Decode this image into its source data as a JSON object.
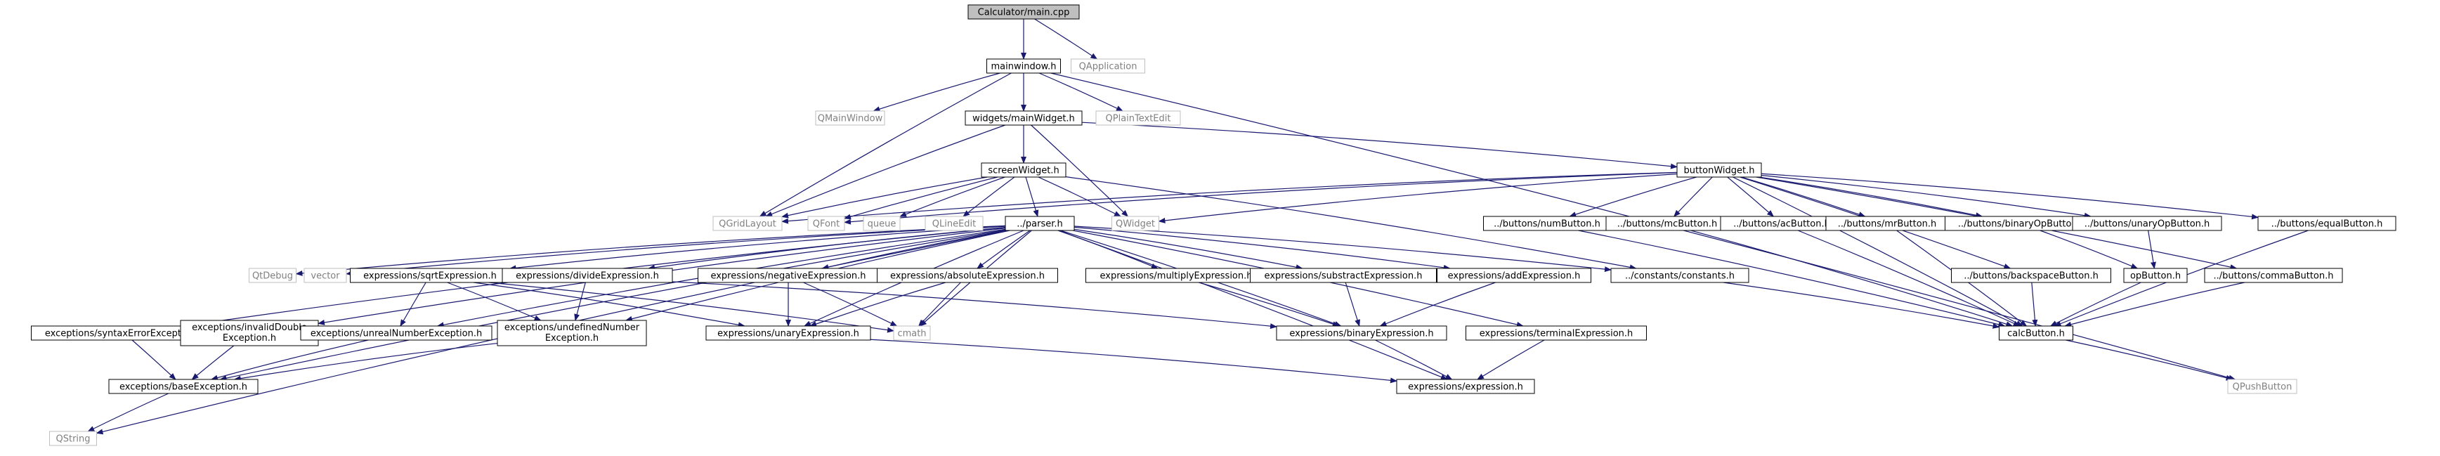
{
  "diagram": {
    "nodes": [
      {
        "id": "main",
        "label": "Calculator/main.cpp",
        "style": "root"
      },
      {
        "id": "mainwindow",
        "label": "mainwindow.h",
        "style": "file"
      },
      {
        "id": "qapplication",
        "label": "QApplication",
        "style": "external"
      },
      {
        "id": "qmainwindow",
        "label": "QMainWindow",
        "style": "external"
      },
      {
        "id": "mainwidget",
        "label": "widgets/mainWidget.h",
        "style": "file"
      },
      {
        "id": "qplaintextedit",
        "label": "QPlainTextEdit",
        "style": "external"
      },
      {
        "id": "screenwidget",
        "label": "screenWidget.h",
        "style": "file"
      },
      {
        "id": "buttonwidget",
        "label": "buttonWidget.h",
        "style": "file"
      },
      {
        "id": "qgridlayout",
        "label": "QGridLayout",
        "style": "external"
      },
      {
        "id": "qfont",
        "label": "QFont",
        "style": "external"
      },
      {
        "id": "queue",
        "label": "queue",
        "style": "external"
      },
      {
        "id": "qlineedit",
        "label": "QLineEdit",
        "style": "external"
      },
      {
        "id": "qwidget",
        "label": "QWidget",
        "style": "external"
      },
      {
        "id": "parser",
        "label": "../parser.h",
        "style": "file"
      },
      {
        "id": "numbutton",
        "label": "../buttons/numButton.h",
        "style": "file"
      },
      {
        "id": "mcbutton",
        "label": "../buttons/mcButton.h",
        "style": "file"
      },
      {
        "id": "acbutton",
        "label": "../buttons/acButton.h",
        "style": "file"
      },
      {
        "id": "mrbutton",
        "label": "../buttons/mrButton.h",
        "style": "file"
      },
      {
        "id": "binaryopbutton",
        "label": "../buttons/binaryOpButton.h",
        "style": "file"
      },
      {
        "id": "unaryopbutton",
        "label": "../buttons/unaryOpButton.h",
        "style": "file"
      },
      {
        "id": "equalbutton",
        "label": "../buttons/equalButton.h",
        "style": "file"
      },
      {
        "id": "qtdebug",
        "label": "QtDebug",
        "style": "external"
      },
      {
        "id": "vector",
        "label": "vector",
        "style": "external"
      },
      {
        "id": "sqrtexpr",
        "label": "expressions/sqrtExpression.h",
        "style": "file"
      },
      {
        "id": "divideexpr",
        "label": "expressions/divideExpression.h",
        "style": "file"
      },
      {
        "id": "negativeexpr",
        "label": "expressions/negativeExpression.h",
        "style": "file"
      },
      {
        "id": "absoluteexpr",
        "label": "expressions/absoluteExpression.h",
        "style": "file"
      },
      {
        "id": "multiplyexpr",
        "label": "expressions/multiplyExpression.h",
        "style": "file"
      },
      {
        "id": "substractexpr",
        "label": "expressions/substractExpression.h",
        "style": "file"
      },
      {
        "id": "addexpr",
        "label": "expressions/addExpression.h",
        "style": "file"
      },
      {
        "id": "constants",
        "label": "../constants/constants.h",
        "style": "file"
      },
      {
        "id": "backspacebutton",
        "label": "../buttons/backspaceButton.h",
        "style": "file"
      },
      {
        "id": "opbutton",
        "label": "opButton.h",
        "style": "file"
      },
      {
        "id": "commabutton",
        "label": "../buttons/commaButton.h",
        "style": "file"
      },
      {
        "id": "syntaxerror",
        "label": "exceptions/syntaxErrorException.h",
        "style": "file"
      },
      {
        "id": "invaliddouble",
        "label": "exceptions/invalidDouble\nException.h",
        "style": "file"
      },
      {
        "id": "unrealnumber",
        "label": "exceptions/unrealNumberException.h",
        "style": "file"
      },
      {
        "id": "undefinednumber",
        "label": "exceptions/undefinedNumber\nException.h",
        "style": "file"
      },
      {
        "id": "cmath",
        "label": "cmath",
        "style": "external"
      },
      {
        "id": "unaryexpr",
        "label": "expressions/unaryExpression.h",
        "style": "file"
      },
      {
        "id": "binaryexpr",
        "label": "expressions/binaryExpression.h",
        "style": "file"
      },
      {
        "id": "terminalexpr",
        "label": "expressions/terminalExpression.h",
        "style": "file"
      },
      {
        "id": "calcbutton",
        "label": "calcButton.h",
        "style": "file"
      },
      {
        "id": "baseexception",
        "label": "exceptions/baseException.h",
        "style": "file"
      },
      {
        "id": "expression",
        "label": "expressions/expression.h",
        "style": "file"
      },
      {
        "id": "qpushbutton",
        "label": "QPushButton",
        "style": "external"
      },
      {
        "id": "qstring",
        "label": "QString",
        "style": "external"
      }
    ],
    "edges": [
      [
        "main",
        "mainwindow"
      ],
      [
        "main",
        "qapplication"
      ],
      [
        "mainwindow",
        "qmainwindow"
      ],
      [
        "mainwindow",
        "mainwidget"
      ],
      [
        "mainwindow",
        "qplaintextedit"
      ],
      [
        "mainwindow",
        "qgridlayout"
      ],
      [
        "mainwindow",
        "qpushbutton"
      ],
      [
        "mainwidget",
        "screenwidget"
      ],
      [
        "mainwidget",
        "buttonwidget"
      ],
      [
        "mainwidget",
        "qgridlayout"
      ],
      [
        "mainwidget",
        "qwidget"
      ],
      [
        "screenwidget",
        "qgridlayout"
      ],
      [
        "screenwidget",
        "qfont"
      ],
      [
        "screenwidget",
        "queue"
      ],
      [
        "screenwidget",
        "qlineedit"
      ],
      [
        "screenwidget",
        "qwidget"
      ],
      [
        "screenwidget",
        "parser"
      ],
      [
        "screenwidget",
        "constants"
      ],
      [
        "buttonwidget",
        "qgridlayout"
      ],
      [
        "buttonwidget",
        "qfont"
      ],
      [
        "buttonwidget",
        "qwidget"
      ],
      [
        "buttonwidget",
        "numbutton"
      ],
      [
        "buttonwidget",
        "mcbutton"
      ],
      [
        "buttonwidget",
        "acbutton"
      ],
      [
        "buttonwidget",
        "mrbutton"
      ],
      [
        "buttonwidget",
        "binaryopbutton"
      ],
      [
        "buttonwidget",
        "unaryopbutton"
      ],
      [
        "buttonwidget",
        "equalbutton"
      ],
      [
        "buttonwidget",
        "backspacebutton"
      ],
      [
        "buttonwidget",
        "commabutton"
      ],
      [
        "buttonwidget",
        "calcbutton"
      ],
      [
        "parser",
        "qtdebug"
      ],
      [
        "parser",
        "vector"
      ],
      [
        "parser",
        "sqrtexpr"
      ],
      [
        "parser",
        "divideexpr"
      ],
      [
        "parser",
        "negativeexpr"
      ],
      [
        "parser",
        "absoluteexpr"
      ],
      [
        "parser",
        "multiplyexpr"
      ],
      [
        "parser",
        "substractexpr"
      ],
      [
        "parser",
        "addexpr"
      ],
      [
        "parser",
        "constants"
      ],
      [
        "parser",
        "syntaxerror"
      ],
      [
        "parser",
        "invaliddouble"
      ],
      [
        "parser",
        "unrealnumber"
      ],
      [
        "parser",
        "undefinednumber"
      ],
      [
        "parser",
        "cmath"
      ],
      [
        "parser",
        "unaryexpr"
      ],
      [
        "parser",
        "binaryexpr"
      ],
      [
        "parser",
        "terminalexpr"
      ],
      [
        "parser",
        "baseexception"
      ],
      [
        "parser",
        "expression"
      ],
      [
        "parser",
        "qstring"
      ],
      [
        "sqrtexpr",
        "unaryexpr"
      ],
      [
        "sqrtexpr",
        "unrealnumber"
      ],
      [
        "sqrtexpr",
        "undefinednumber"
      ],
      [
        "sqrtexpr",
        "cmath"
      ],
      [
        "divideexpr",
        "binaryexpr"
      ],
      [
        "divideexpr",
        "undefinednumber"
      ],
      [
        "negativeexpr",
        "unaryexpr"
      ],
      [
        "negativeexpr",
        "cmath"
      ],
      [
        "absoluteexpr",
        "unaryexpr"
      ],
      [
        "absoluteexpr",
        "cmath"
      ],
      [
        "multiplyexpr",
        "binaryexpr"
      ],
      [
        "substractexpr",
        "binaryexpr"
      ],
      [
        "addexpr",
        "binaryexpr"
      ],
      [
        "unaryexpr",
        "expression"
      ],
      [
        "binaryexpr",
        "expression"
      ],
      [
        "terminalexpr",
        "expression"
      ],
      [
        "syntaxerror",
        "baseexception"
      ],
      [
        "invaliddouble",
        "baseexception"
      ],
      [
        "unrealnumber",
        "baseexception"
      ],
      [
        "undefinednumber",
        "baseexception"
      ],
      [
        "baseexception",
        "qstring"
      ],
      [
        "numbutton",
        "calcbutton"
      ],
      [
        "mcbutton",
        "calcbutton"
      ],
      [
        "acbutton",
        "calcbutton"
      ],
      [
        "mrbutton",
        "calcbutton"
      ],
      [
        "backspacebutton",
        "calcbutton"
      ],
      [
        "opbutton",
        "calcbutton"
      ],
      [
        "commabutton",
        "calcbutton"
      ],
      [
        "equalbutton",
        "calcbutton"
      ],
      [
        "binaryopbutton",
        "opbutton"
      ],
      [
        "unaryopbutton",
        "opbutton"
      ],
      [
        "constants",
        "calcbutton"
      ],
      [
        "calcbutton",
        "qpushbutton"
      ]
    ],
    "colors": {
      "edge": "#191970",
      "root_fill": "#bfbfbf",
      "root_border": "#000000",
      "file_border": "#000000",
      "external_border": "#bfbfbf",
      "external_text": "#808080",
      "text": "#000000",
      "background": "#ffffff"
    }
  }
}
